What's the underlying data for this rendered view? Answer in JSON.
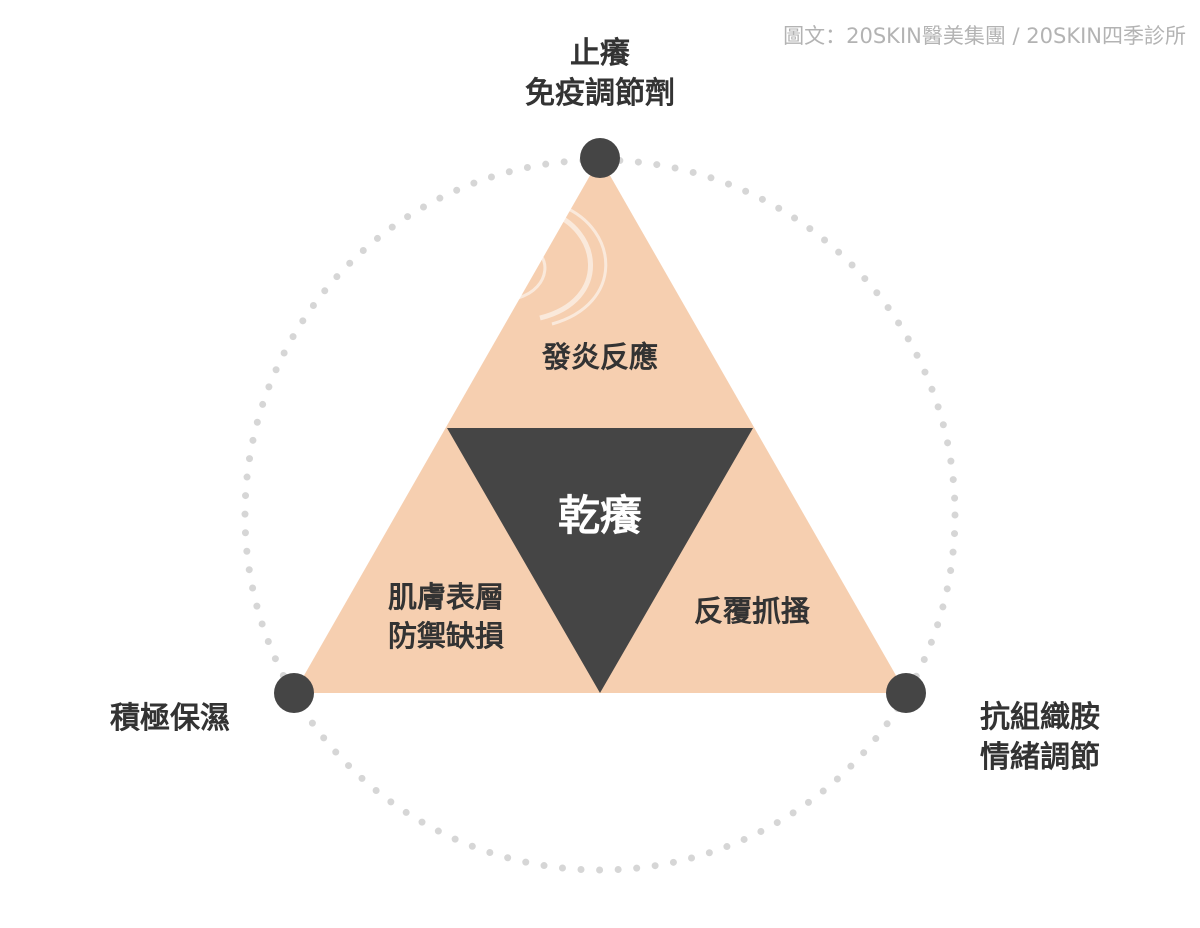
{
  "credit": "圖文：20SKIN醫美集團 / 20SKIN四季診所",
  "center_label": "乾癢",
  "inner": {
    "top": "發炎反應",
    "left": [
      "肌膚表層",
      "防禦缺損"
    ],
    "right": "反覆抓搔"
  },
  "outer": {
    "top": [
      "止癢",
      "免疫調節劑"
    ],
    "left": "積極保濕",
    "right": [
      "抗組織胺",
      "情緒調節"
    ]
  },
  "colors": {
    "peach": "#f6cfb0",
    "dark": "#454545",
    "dots": "#d6d6d6",
    "text": "#333333"
  }
}
